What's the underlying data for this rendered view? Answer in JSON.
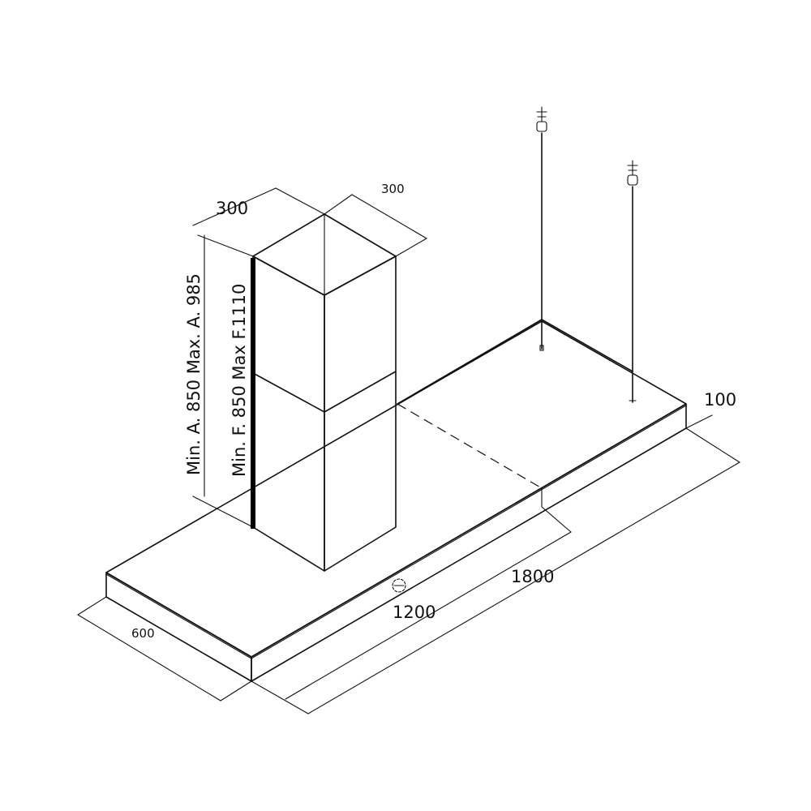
{
  "labels": {
    "chimney_width": "300",
    "chimney_depth": "300",
    "height_a": "Min. A. 850  Max.  A. 985",
    "height_f": "Min. F. 850 Max F.1110",
    "hood_height": "100",
    "total_length": "1800",
    "inner_length": "1200",
    "hood_depth": "600"
  }
}
